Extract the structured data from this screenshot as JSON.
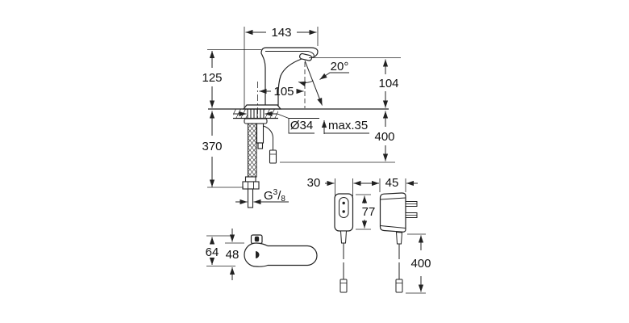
{
  "page": {
    "background": "#ffffff",
    "line_color": "#222222"
  },
  "views": {
    "faucet_side": {
      "label": "faucet-side-view",
      "dims": {
        "width_top": "143",
        "height_above_deck": "125",
        "outlet_reach": "105",
        "stream_angle": "20°",
        "outlet_height": "104",
        "hole_diameter": "Ø34",
        "deck_max": "max.35",
        "cable_drop": "400",
        "hose_drop": "370",
        "thread_g": "G",
        "thread_num": "3",
        "thread_slash": "/",
        "thread_den": "8"
      }
    },
    "spout_top": {
      "label": "spout-top-view",
      "dims": {
        "total_width": "64",
        "body_width": "48"
      }
    },
    "control_unit": {
      "label": "control-unit-front-view",
      "dims": {
        "width": "30",
        "height": "77"
      }
    },
    "power_adapter": {
      "label": "power-adapter-side-view",
      "dims": {
        "width": "45",
        "cable_length": "400"
      }
    }
  }
}
